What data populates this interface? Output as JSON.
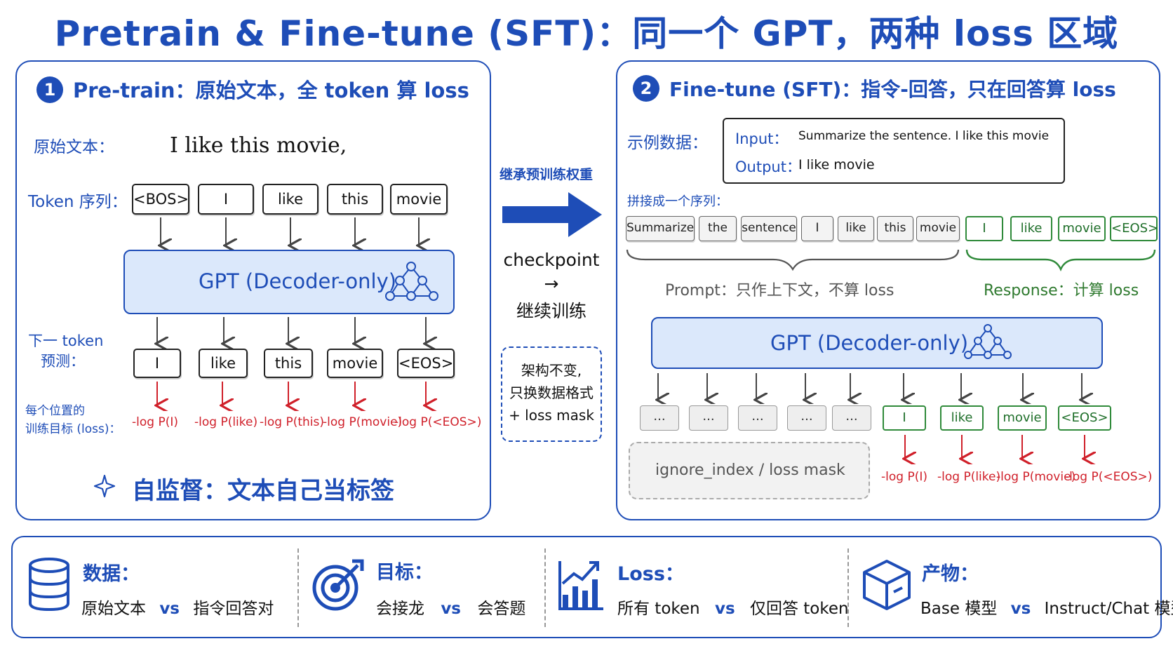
{
  "title": "Pretrain & Fine-tune (SFT)：同一个 GPT，两种 loss 区域",
  "left_panel": {
    "badge": "1",
    "heading": "Pre-train：原始文本，全 token 算 loss",
    "raw_text_label": "原始文本：",
    "raw_text": "I  like  this  movie,",
    "token_seq_label": "Token 序列：",
    "tokens": [
      "<BOS>",
      "I",
      "like",
      "this",
      "movie"
    ],
    "gpt_label": "GPT (Decoder-only)",
    "next_token_label_1": "下一 token",
    "next_token_label_2": "预测：",
    "next_tokens": [
      "I",
      "like",
      "this",
      "movie",
      "<EOS>"
    ],
    "target_label_1": "每个位置的",
    "target_label_2": "训练目标 (loss)：",
    "losses": [
      "-log P(I)",
      "-log P(like)",
      "-log P(this)",
      "-log P(movie)",
      "-log P(<EOS>)"
    ],
    "self_supervised": "自监督：文本自己当标签"
  },
  "middle": {
    "inherit_label": "继承预训练权重",
    "checkpoint_1": "checkpoint",
    "checkpoint_2": "→",
    "checkpoint_3": "继续训练",
    "note_1": "架构不变,",
    "note_2": "只换数据格式",
    "note_3": "+ loss mask"
  },
  "right_panel": {
    "badge": "2",
    "heading": "Fine-tune (SFT)：指令-回答，只在回答算 loss",
    "example_label": "示例数据：",
    "input_key": "Input：",
    "input_val": "Summarize the sentence. I like this movie",
    "output_key": "Output：",
    "output_val": "I like movie",
    "concat_label": "拼接成一个序列：",
    "prompt_tokens": [
      "Summarize",
      "the",
      "sentence",
      "I",
      "like",
      "this",
      "movie"
    ],
    "response_tokens": [
      "I",
      "like",
      "movie",
      "<EOS>"
    ],
    "prompt_caption": "Prompt：只作上下文，不算 loss",
    "response_caption": "Response：计算 loss",
    "gpt_label": "GPT (Decoder-only)",
    "dots": [
      "...",
      "...",
      "...",
      "...",
      "..."
    ],
    "out_tokens": [
      "I",
      "like",
      "movie",
      "<EOS>"
    ],
    "ignore_label": "ignore_index / loss mask",
    "losses": [
      "-log P(I)",
      "-log P(like)",
      "-log P(movie)",
      "-log P(<EOS>)"
    ]
  },
  "bottom": [
    {
      "icon": "database-icon",
      "head": "数据：",
      "left": "原始文本",
      "vs": "vs",
      "right": "指令回答对"
    },
    {
      "icon": "target-icon",
      "head": "目标：",
      "left": "会接龙",
      "vs": "vs",
      "right": "会答题"
    },
    {
      "icon": "chart-growth-icon",
      "head": "Loss：",
      "left": "所有 token",
      "vs": "vs",
      "right": "仅回答 token"
    },
    {
      "icon": "cube-icon",
      "head": "产物：",
      "left": "Base 模型",
      "vs": "vs",
      "right": "Instruct/Chat 模型"
    }
  ],
  "colors": {
    "blue": "#1e4db7",
    "red": "#d0202a",
    "green": "#2f8a3a",
    "light_blue": "#dbe8fb"
  }
}
